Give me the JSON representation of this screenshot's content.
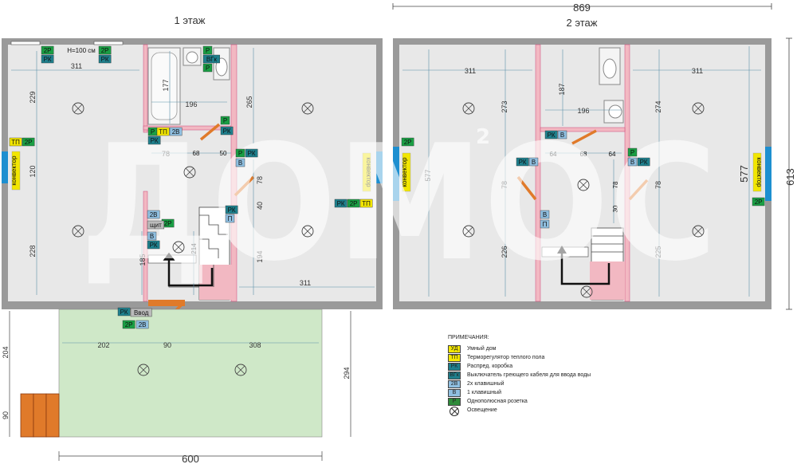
{
  "titles": {
    "floor1": "1 этаж",
    "floor2": "2 этаж"
  },
  "dims": {
    "top_total": "869",
    "side_total": "613",
    "f1_311_top": "311",
    "f1_229": "229",
    "f1_120": "120",
    "f1_228": "228",
    "f1_177": "177",
    "f1_196": "196",
    "f1_265": "265",
    "f1_78": "78",
    "f1_68": "68",
    "f1_50": "50",
    "f1_78v": "78",
    "f1_40": "40",
    "f1_194": "194",
    "f1_185": "185",
    "f1_214": "214",
    "f1_311_bot": "311",
    "f1_h100": "H=100 см",
    "f2_311_l": "311",
    "f2_311_r": "311",
    "f2_577": "577",
    "f2_273": "273",
    "f2_187": "187",
    "f2_196": "196",
    "f2_274": "274",
    "f2_64a": "64",
    "f2_68": "68",
    "f2_64b": "64",
    "f2_78a": "78",
    "f2_78b": "78",
    "f2_78c": "78",
    "f2_30": "30",
    "f2_226": "226",
    "f2_225": "225",
    "f2_577r": "577",
    "t_202": "202",
    "t_90": "90",
    "t_308": "308",
    "t_204": "204",
    "t_90v": "90",
    "t_294": "294",
    "t_600": "600"
  },
  "labels": {
    "p2": "2Р",
    "rk": "РК",
    "p": "Р",
    "v": "В",
    "vgk": "ВГк",
    "tp": "ТП",
    "v2": "2В",
    "p_cyr": "П",
    "schit": "щит",
    "vvod": "Ввод",
    "konvektor": "конвектор"
  },
  "watermark": {
    "text": "ДОМОС",
    "sup": "2"
  },
  "legend": {
    "heading": "ПРИМЕЧАНИЯ:",
    "items": [
      {
        "code": "УД",
        "text": "Умный дом",
        "color": "#f2e600"
      },
      {
        "code": "ТП",
        "text": "Терморегулятор теплого пола",
        "color": "#f2e600"
      },
      {
        "code": "РК",
        "text": "Распред. коробка",
        "color": "#1f7f8c"
      },
      {
        "code": "ВГк",
        "text": "Выключатель греющего кабеля для ввода воды",
        "color": "#1f7f8c"
      },
      {
        "code": "2В",
        "text": "2х клавишный",
        "color": "#8fbfe0"
      },
      {
        "code": "В",
        "text": "1 клавишный",
        "color": "#8fbfe0"
      },
      {
        "code": "Р",
        "text": "Однополюсная розетка",
        "color": "#2e8b3a"
      }
    ],
    "lamp_text": "Освещение"
  },
  "colors": {
    "wall": "#9a9a9a",
    "floor": "#e8e8e8",
    "terrace": "#cfe8c8",
    "pink": "#f2b8c2",
    "door": "#e07a2a",
    "dim_line": "#5a8fa8",
    "connector": "#1d8fd0"
  }
}
